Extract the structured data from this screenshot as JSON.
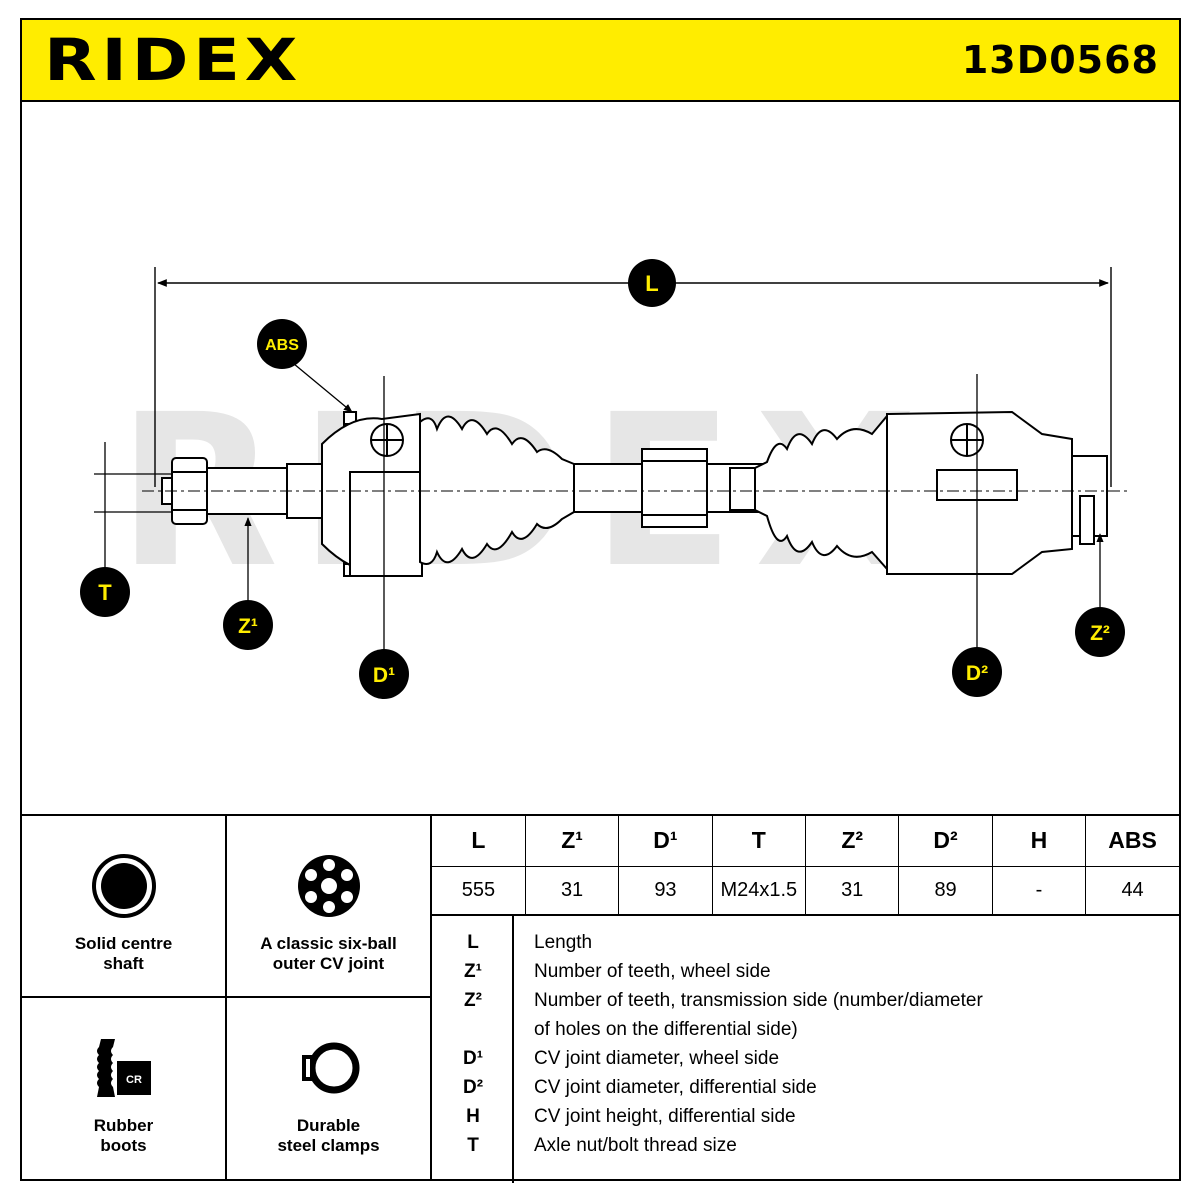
{
  "brand": {
    "logo_text": "RIDEX",
    "part_number": "13D0568"
  },
  "drawing": {
    "watermark_text": "RIDEX",
    "callouts": {
      "L": "L",
      "ABS": "ABS",
      "T": "T",
      "Z1": "Z¹",
      "D1": "D¹",
      "D2": "D²",
      "Z2": "Z²"
    }
  },
  "features": [
    {
      "label": "Solid centre\nshaft",
      "icon": "solid-shaft-icon"
    },
    {
      "label": "A classic six-ball\nouter CV joint",
      "icon": "six-ball-joint-icon"
    },
    {
      "label": "Rubber\nboots",
      "icon": "rubber-boot-cr-icon",
      "badge": "CR"
    },
    {
      "label": "Durable\nsteel clamps",
      "icon": "steel-clamp-icon"
    }
  ],
  "specs": {
    "headers": [
      "L",
      "Z¹",
      "D¹",
      "T",
      "Z²",
      "D²",
      "H",
      "ABS"
    ],
    "values": [
      "555",
      "31",
      "93",
      "M24x1.5",
      "31",
      "89",
      "-",
      "44"
    ]
  },
  "legend": [
    {
      "key": "L",
      "desc": "Length"
    },
    {
      "key": "Z¹",
      "desc": "Number of teeth, wheel side"
    },
    {
      "key": "Z²",
      "desc": "Number of teeth, transmission side (number/diameter"
    },
    {
      "key": "",
      "desc": "of holes on the differential side)"
    },
    {
      "key": "D¹",
      "desc": "CV joint diameter, wheel side"
    },
    {
      "key": "D²",
      "desc": "CV joint diameter, differential side"
    },
    {
      "key": "H",
      "desc": "CV joint height, differential side"
    },
    {
      "key": "T",
      "desc": "Axle nut/bolt thread size"
    }
  ],
  "colors": {
    "accent_yellow": "#ffed00",
    "ink": "#000000",
    "watermark": "#e6e6e6",
    "parts_fill": "#ffffff"
  }
}
